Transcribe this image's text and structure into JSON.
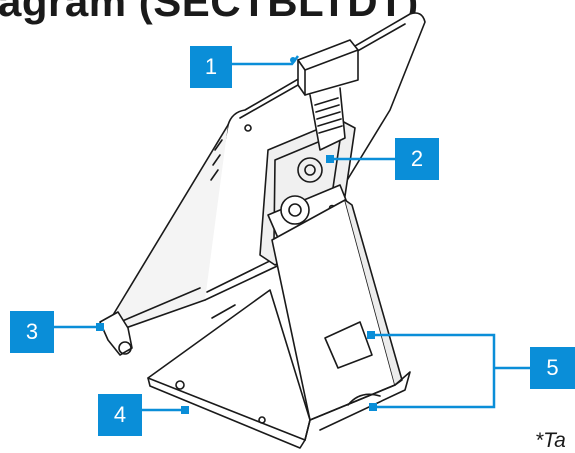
{
  "title": "agram (SECTBLTDT)",
  "callouts": [
    "1",
    "2",
    "3",
    "4",
    "5"
  ],
  "note": "*Ta",
  "colors": {
    "callout": "#0a8ed8",
    "line": "#1a1a1a"
  }
}
